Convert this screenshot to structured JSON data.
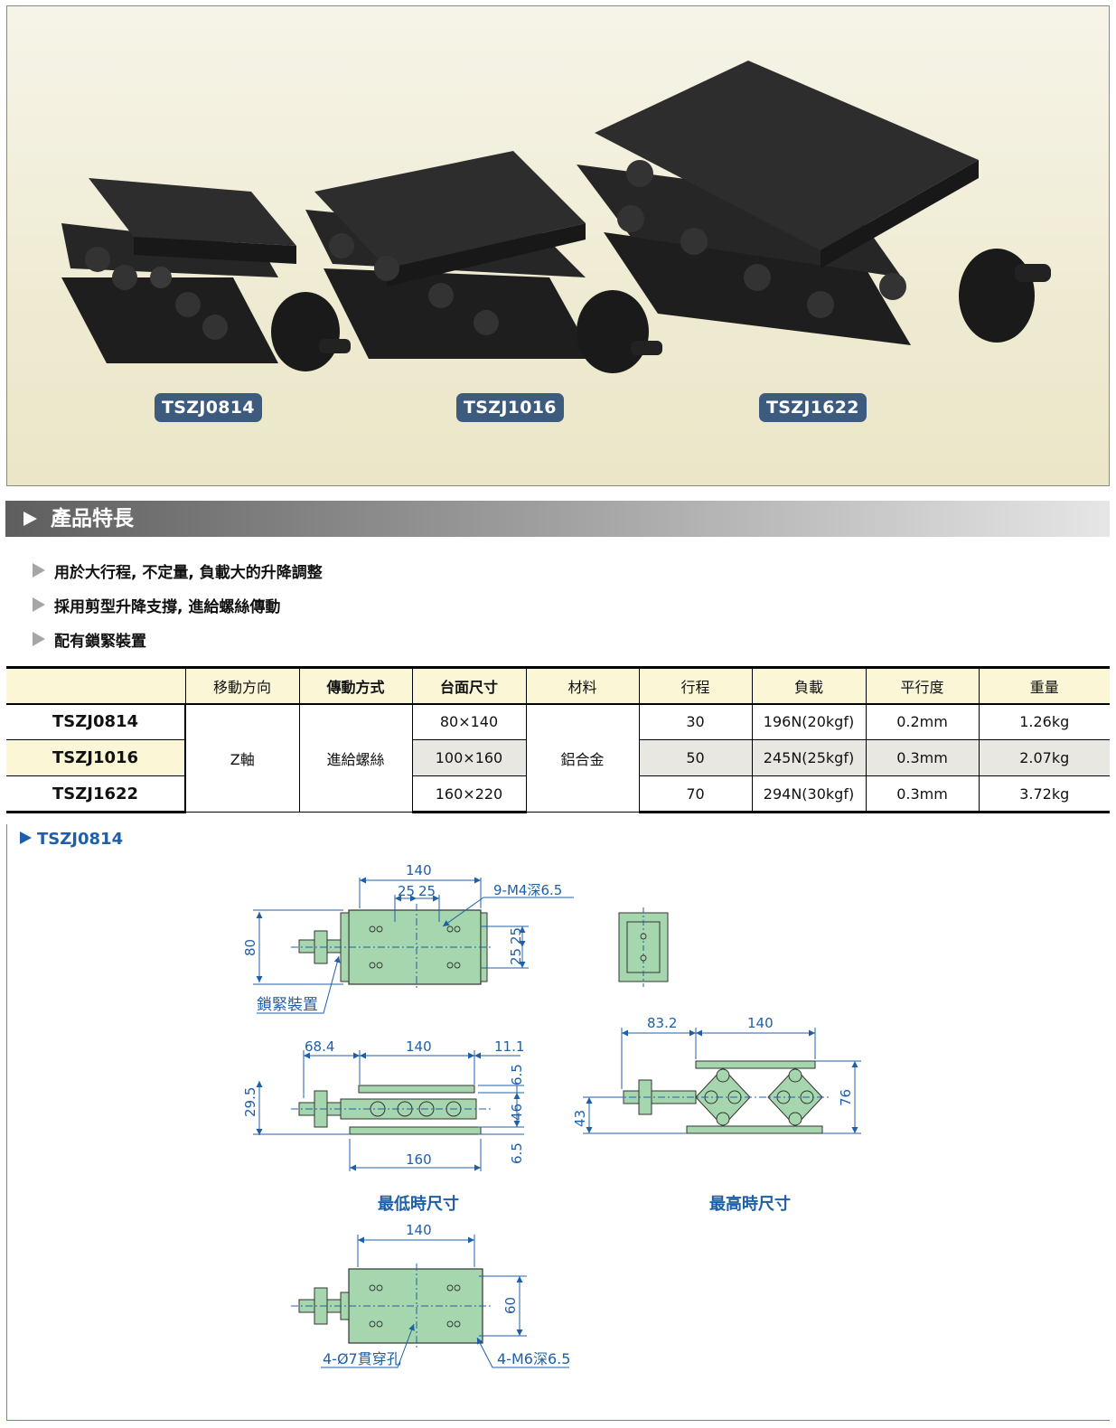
{
  "hero": {
    "models": [
      "TSZJ0814",
      "TSZJ1016",
      "TSZJ1622"
    ]
  },
  "section": {
    "title": "產品特長"
  },
  "features": [
    "用於大行程, 不定量, 負載大的升降調整",
    "採用剪型升降支撐, 進給螺絲傳動",
    "配有鎖緊裝置"
  ],
  "spec_table": {
    "headers": [
      "",
      "移動方向",
      "傳動方式",
      "台面尺寸",
      "材料",
      "行程",
      "負載",
      "平行度",
      "重量"
    ],
    "axis": "Z軸",
    "drive": "進給螺絲",
    "material": "鋁合金",
    "rows": [
      {
        "model": "TSZJ0814",
        "size": "80×140",
        "stroke": "30",
        "load": "196N(20kgf)",
        "parallel": "0.2mm",
        "weight": "1.26kg"
      },
      {
        "model": "TSZJ1016",
        "size": "100×160",
        "stroke": "50",
        "load": "245N(25kgf)",
        "parallel": "0.3mm",
        "weight": "2.07kg"
      },
      {
        "model": "TSZJ1622",
        "size": "160×220",
        "stroke": "70",
        "load": "294N(30kgf)",
        "parallel": "0.3mm",
        "weight": "3.72kg"
      }
    ]
  },
  "drawing": {
    "title": "TSZJ0814",
    "top_view": {
      "dim_140": "140",
      "dim_25a": "25",
      "dim_25b": "25",
      "hole_note": "9-M4深6.5",
      "dim_80": "80",
      "dim_r25a": "25",
      "dim_r25b": "25",
      "lock": "鎖緊裝置"
    },
    "low_view": {
      "dim_684": "68.4",
      "dim_140": "140",
      "dim_111": "11.1",
      "dim_295": "29.5",
      "dim_65a": "6.5",
      "dim_46": "46",
      "dim_65b": "6.5",
      "dim_160": "160",
      "caption": "最低時尺寸"
    },
    "high_view": {
      "dim_832": "83.2",
      "dim_140": "140",
      "dim_43": "43",
      "dim_76": "76",
      "caption": "最高時尺寸"
    },
    "bottom_view": {
      "dim_140": "140",
      "dim_60": "60",
      "note_left": "4-Ø7貫穿孔",
      "note_right": "4-M6深6.5"
    }
  }
}
